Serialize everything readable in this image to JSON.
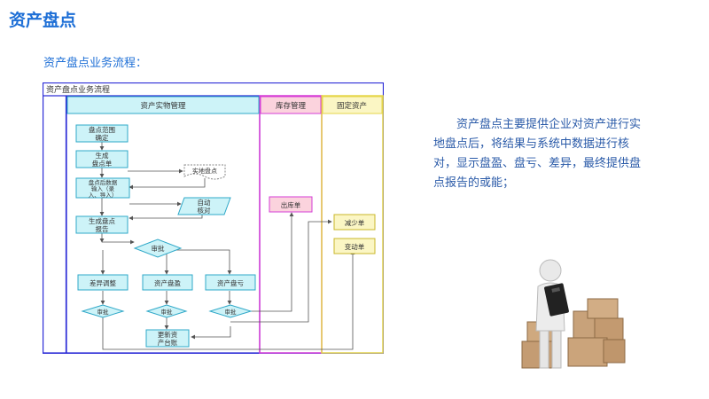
{
  "page": {
    "title": "资产盘点",
    "subtitle": "资产盘点业务流程：",
    "description": "资产盘点主要提供企业对资产进行实地盘点后，将结果与系统中数据进行核对，显示盘盈、盘亏、差异，最终提供盘点报告的或能；"
  },
  "flowchart": {
    "title": "资产盘点业务流程",
    "lane_headers": [
      "资产实物管理",
      "库存管理",
      "固定资产"
    ],
    "boxes": {
      "scope": [
        "盘点范围",
        "确定"
      ],
      "generate": [
        "生成",
        "盘点单"
      ],
      "onsite": "实地盘点",
      "input": [
        "盘点后数据",
        "输入（录",
        "入、导入）"
      ],
      "autocheck": [
        "自动",
        "核对"
      ],
      "report": [
        "生成盘点",
        "报告"
      ],
      "approve_top": "审批",
      "diff": "差异调整",
      "surplus": "资产盘盈",
      "loss": "资产盘亏",
      "approve_1": "审批",
      "approve_2": "审批",
      "approve_3": "审批",
      "update": [
        "更新资",
        "产台账"
      ],
      "outbound": "出库单",
      "reduce": "减少单",
      "change": "变动单"
    },
    "colors": {
      "swimlane_outer": "#2a2ad6",
      "lane_inventory": "#d63cd6",
      "lane_fixed": "#e6d64a",
      "box_fill": "#cdf3f8",
      "box_stroke": "#2fa8c8",
      "header_fill": "#cdf3f8",
      "outbound_fill": "#fbd3dd",
      "asset_fill": "#fbf6c4"
    }
  }
}
